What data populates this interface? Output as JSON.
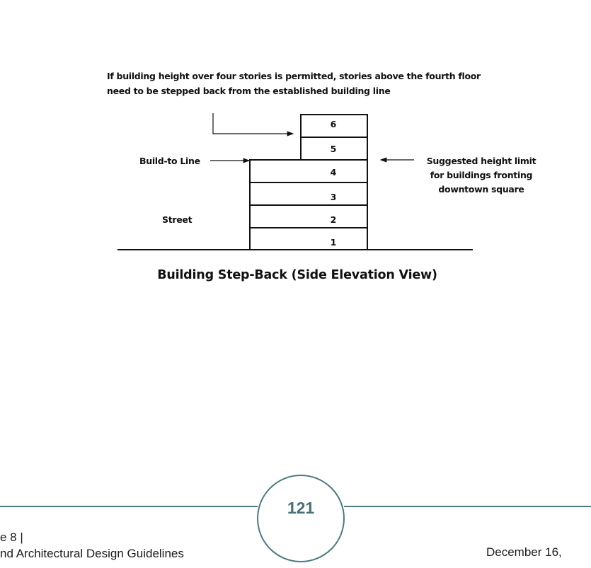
{
  "diagram": {
    "note": "If building height over four stories is permitted, stories above the fourth floor need to be stepped back from the established building line",
    "build_to_line_label": "Build-to Line",
    "street_label": "Street",
    "height_limit_label": [
      "Suggested height limit",
      "for buildings fronting",
      "downtown square"
    ],
    "stories": [
      "1",
      "2",
      "3",
      "4",
      "5",
      "6"
    ],
    "title": "Building Step-Back (Side Elevation View)"
  },
  "footer": {
    "section": "e 8 |",
    "document": "nd Architectural Design Guidelines",
    "page_number": "121",
    "date": "December 16,"
  }
}
